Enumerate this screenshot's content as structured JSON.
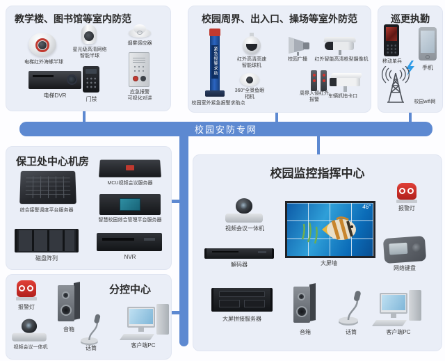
{
  "network_bar": {
    "label": "校园安防专网"
  },
  "colors": {
    "accent_blue": "#5d89d1",
    "box_bg": "#eaeef7",
    "alarm_red": "#c0392f"
  },
  "sections": {
    "indoor": {
      "title": "教学楼、图书馆等室内防范",
      "items": [
        {
          "label": "电梯红外海螺半球",
          "icon": "dome-camera"
        },
        {
          "label": "星光级高清网络\n智能半球",
          "icon": "mini-dome-camera"
        },
        {
          "label": "烟雾感应器",
          "icon": "smoke-detector"
        },
        {
          "label": "电梯DVR",
          "icon": "dvr"
        },
        {
          "label": "门禁",
          "icon": "access-keypad"
        },
        {
          "label": "应急报警\n可视化对讲",
          "icon": "intercom-panel"
        }
      ]
    },
    "outdoor": {
      "title": "校园周界、出入口、操场等室外防范",
      "pole_text": "紧急报警求助",
      "items": [
        {
          "label": "校园室外紧急报警求助点",
          "icon": "emergency-pole"
        },
        {
          "label": "红外高清高速\n智能球机",
          "icon": "ptz-dome-camera"
        },
        {
          "label": "校园广播",
          "icon": "horn-speaker"
        },
        {
          "label": "红外智能高清枪型摄像机",
          "icon": "bullet-camera"
        },
        {
          "label": "360°全景鱼眼\n相机",
          "icon": "fisheye-camera"
        },
        {
          "label": "周界入侵红外\n报警",
          "icon": "ir-beam-posts"
        },
        {
          "label": "车辆抓拍卡口",
          "icon": "checkpoint-camera"
        }
      ]
    },
    "patrol": {
      "title": "巡更执勤",
      "items": [
        {
          "label": "移动单兵",
          "icon": "mobile-terminal"
        },
        {
          "label": "手机",
          "icon": "smartphone"
        },
        {
          "label": "校园wifi网",
          "icon": "wifi-tower"
        }
      ]
    },
    "server_room": {
      "title": "保卫处中心机房",
      "items": [
        {
          "label": "综合接警调度平台服务器",
          "icon": "dispatch-server"
        },
        {
          "label": "MCU视频会议服务器",
          "icon": "mcu-server"
        },
        {
          "label": "智慧校园综合管理平台服务器",
          "icon": "management-server"
        },
        {
          "label": "磁盘阵列",
          "icon": "disk-array"
        },
        {
          "label": "NVR",
          "icon": "nvr"
        }
      ]
    },
    "command": {
      "title": "校园监控指挥中心",
      "wall_size": "46″",
      "items": [
        {
          "label": "视频会议一体机",
          "icon": "conference-camera"
        },
        {
          "label": "大屏墙",
          "icon": "video-wall"
        },
        {
          "label": "报警灯",
          "icon": "alarm-beacon"
        },
        {
          "label": "解码器",
          "icon": "decoder"
        },
        {
          "label": "网络键盘",
          "icon": "network-keyboard"
        },
        {
          "label": "大屏拼接服务器",
          "icon": "splicing-server"
        },
        {
          "label": "音箱",
          "icon": "speaker"
        },
        {
          "label": "话筒",
          "icon": "microphone"
        },
        {
          "label": "客户端PC",
          "icon": "client-pc"
        }
      ]
    },
    "subcontrol": {
      "title": "分控中心",
      "items": [
        {
          "label": "报警灯",
          "icon": "alarm-beacon"
        },
        {
          "label": "音箱",
          "icon": "speaker"
        },
        {
          "label": "视频会议一体机",
          "icon": "conference-camera"
        },
        {
          "label": "话筒",
          "icon": "microphone"
        },
        {
          "label": "客户端PC",
          "icon": "client-pc"
        }
      ]
    }
  }
}
